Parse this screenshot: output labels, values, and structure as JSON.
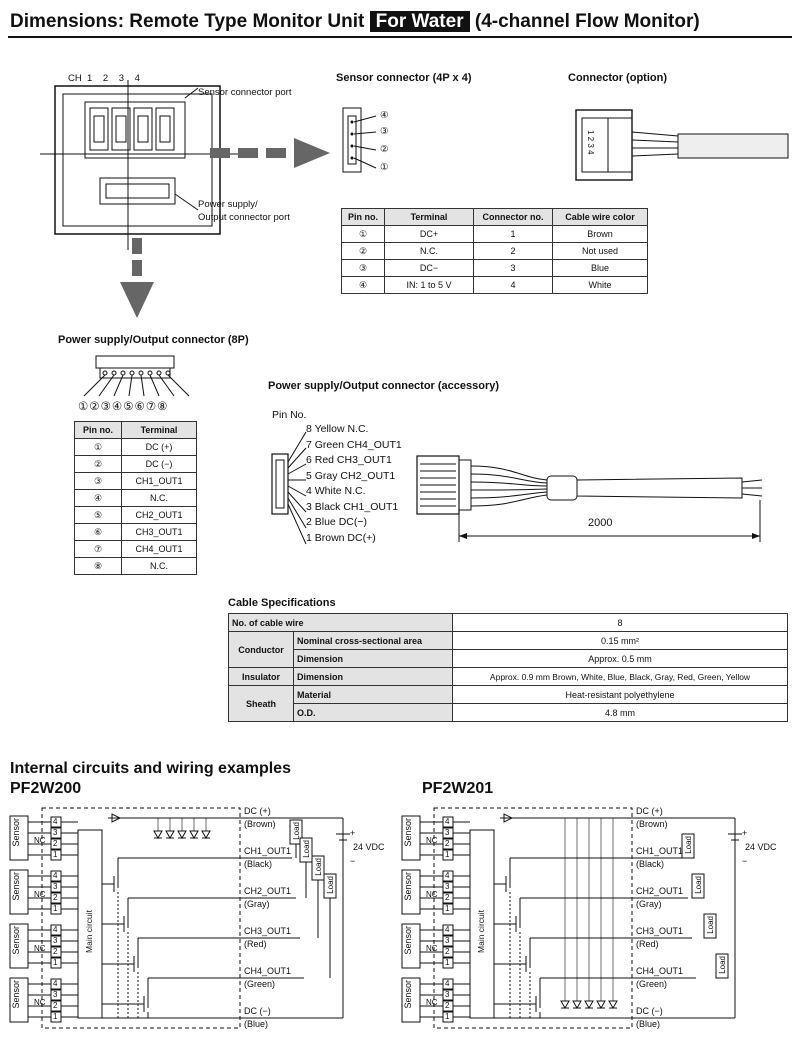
{
  "header": {
    "title_prefix": "Dimensions: Remote Type Monitor Unit",
    "title_highlight": "For Water",
    "title_suffix": "(4-channel Flow Monitor)"
  },
  "unit": {
    "ch_label": "CH",
    "ch": [
      "1",
      "2",
      "3",
      "4"
    ],
    "sensor_port_label": "Sensor connector port",
    "power_port_label_1": "Power supply/",
    "power_port_label_2": "Output connector port"
  },
  "sensor_connector": {
    "title": "Sensor connector (4P x 4)",
    "pins": [
      "④",
      "③",
      "②",
      "①"
    ]
  },
  "connector_option": {
    "title": "Connector (option)",
    "pins": "1 2 3 4"
  },
  "pin_table": {
    "headers": [
      "Pin no.",
      "Terminal",
      "Connector no.",
      "Cable wire color"
    ],
    "rows": [
      [
        "①",
        "DC+",
        "1",
        "Brown"
      ],
      [
        "②",
        "N.C.",
        "2",
        "Not used"
      ],
      [
        "③",
        "DC−",
        "3",
        "Blue"
      ],
      [
        "④",
        "IN: 1 to 5 V",
        "4",
        "White"
      ]
    ]
  },
  "power_connector": {
    "title": "Power supply/Output connector (8P)",
    "pins": "①②③④⑤⑥⑦⑧",
    "headers": [
      "Pin no.",
      "Terminal"
    ],
    "rows": [
      [
        "①",
        "DC (+)"
      ],
      [
        "②",
        "DC (−)"
      ],
      [
        "③",
        "CH1_OUT1"
      ],
      [
        "④",
        "N.C."
      ],
      [
        "⑤",
        "CH2_OUT1"
      ],
      [
        "⑥",
        "CH3_OUT1"
      ],
      [
        "⑦",
        "CH4_OUT1"
      ],
      [
        "⑧",
        "N.C."
      ]
    ]
  },
  "accessory": {
    "title": "Power supply/Output connector (accessory)",
    "pin_no_label": "Pin No.",
    "pins": [
      "8 Yellow N.C.",
      "7 Green CH4_OUT1",
      "6 Red CH3_OUT1",
      "5 Gray CH2_OUT1",
      "4 White N.C.",
      "3 Black CH1_OUT1",
      "2 Blue DC(−)",
      "1 Brown DC(+)"
    ],
    "length": "2000"
  },
  "cable_spec": {
    "title": "Cable Specifications",
    "no_wire_label": "No. of cable wire",
    "no_wire_value": "8",
    "conductor": "Conductor",
    "nominal": "Nominal cross-sectional area",
    "nominal_value": "0.15 mm²",
    "dimension": "Dimension",
    "cond_dim_value": "Approx. 0.5 mm",
    "insulator": "Insulator",
    "ins_dim_value": "Approx. 0.9 mm Brown, White, Blue, Black, Gray, Red, Green, Yellow",
    "sheath": "Sheath",
    "material": "Material",
    "material_value": "Heat-resistant polyethylene",
    "od": "O.D.",
    "od_value": "4.8 mm"
  },
  "circuits": {
    "title": "Internal circuits and wiring examples",
    "models": [
      "PF2W200",
      "PF2W201"
    ],
    "sensor": "Sensor",
    "nc": "NC",
    "main": "Main circuit",
    "load": "Load",
    "supply": "24 VDC",
    "plus": "+",
    "minus": "−",
    "terms": [
      "4",
      "3",
      "2",
      "1"
    ],
    "outs": [
      [
        "DC (+)",
        "(Brown)"
      ],
      [
        "CH1_OUT1",
        "(Black)"
      ],
      [
        "CH2_OUT1",
        "(Gray)"
      ],
      [
        "CH3_OUT1",
        "(Red)"
      ],
      [
        "CH4_OUT1",
        "(Green)"
      ],
      [
        "DC (−)",
        "(Blue)"
      ]
    ]
  }
}
